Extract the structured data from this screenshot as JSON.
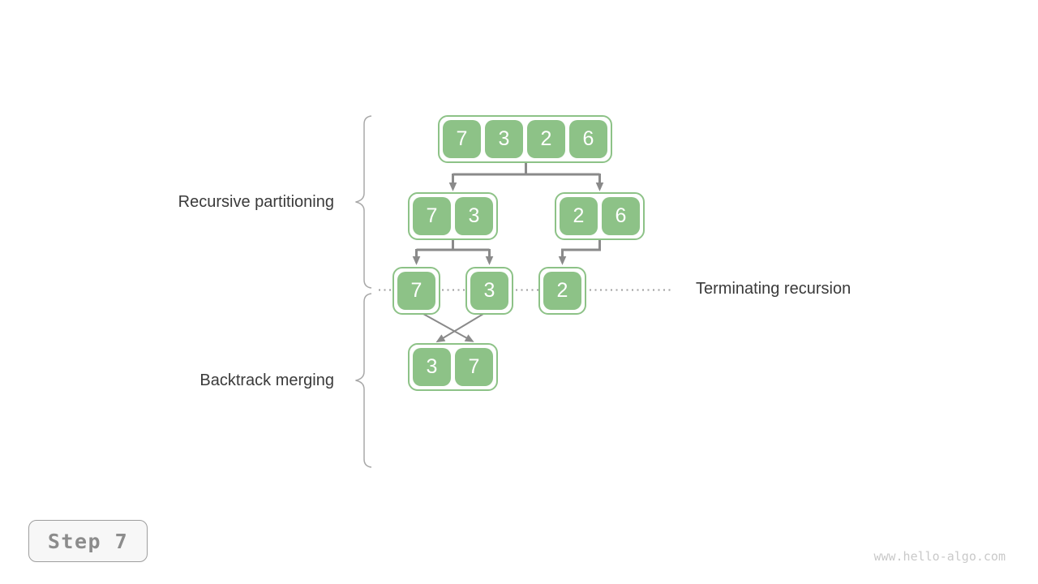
{
  "tree": {
    "root": {
      "cells": [
        "7",
        "3",
        "2",
        "6"
      ]
    },
    "left_pair": {
      "cells": [
        "7",
        "3"
      ]
    },
    "right_pair": {
      "cells": [
        "2",
        "6"
      ]
    },
    "leaf_7": {
      "cells": [
        "7"
      ]
    },
    "leaf_3": {
      "cells": [
        "3"
      ]
    },
    "leaf_2": {
      "cells": [
        "2"
      ]
    },
    "merged_pair": {
      "cells": [
        "3",
        "7"
      ]
    }
  },
  "annotations": {
    "recursive_partitioning": "Recursive partitioning",
    "backtrack_merging": "Backtrack merging",
    "terminating_recursion": "Terminating recursion"
  },
  "step_badge": {
    "label": "Step 7"
  },
  "watermark": {
    "text": "www.hello-algo.com"
  },
  "colors": {
    "node_green": "#8DC287",
    "node_text": "#ffffff",
    "arrow_gray": "#8A8A8A",
    "dotted_gray": "#9E9E9E",
    "brace_gray": "#A8A8A8",
    "label_text": "#3A3A3A",
    "badge_text": "#8C8C8C",
    "badge_bg": "#F7F7F7",
    "badge_border": "#9E9E9E",
    "watermark_gray": "#C9C9C9"
  }
}
